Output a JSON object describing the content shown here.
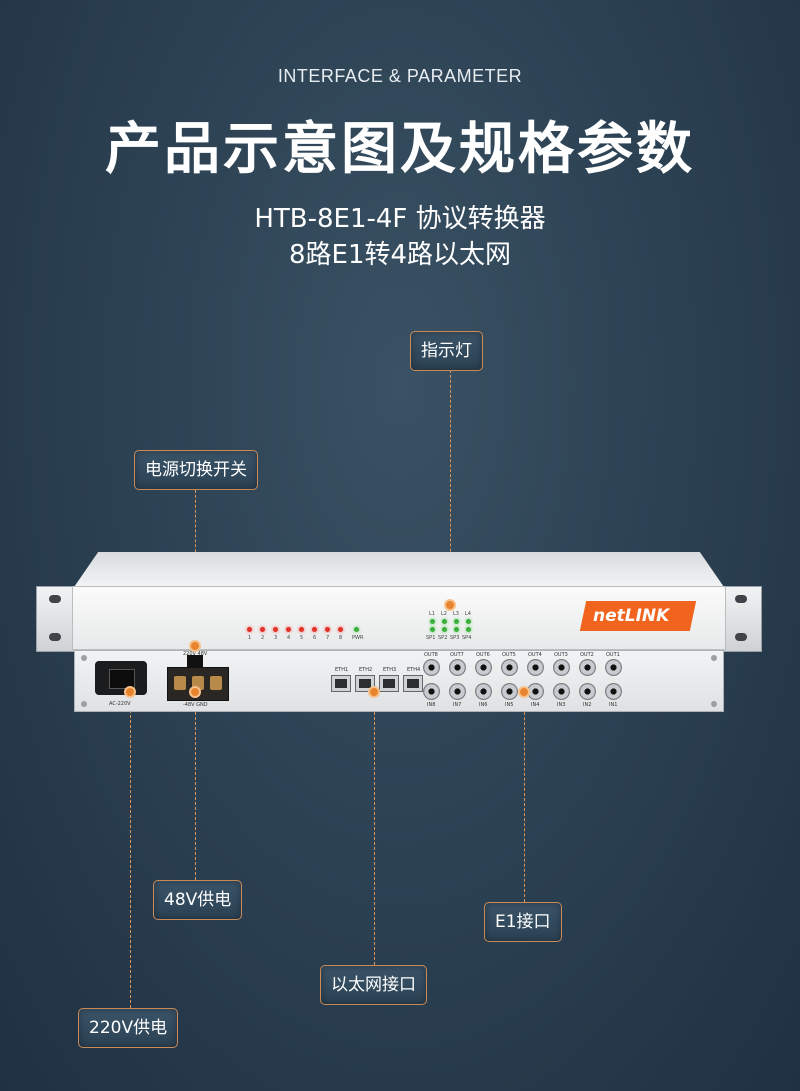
{
  "header": {
    "subtitle_en": "INTERFACE & PARAMETER",
    "title": "产品示意图及规格参数",
    "model_line1": "HTB-8E1-4F 协议转换器",
    "model_line2": "8路E1转4路以太网"
  },
  "callouts": {
    "indicator": "指示灯",
    "power_switch": "电源切换开关",
    "power_48v": "48V供电",
    "e1_port": "E1接口",
    "ethernet_port": "以太网接口",
    "power_220v": "220V供电"
  },
  "device": {
    "logo": "netLINK",
    "led_numbers": [
      "1",
      "2",
      "3",
      "4",
      "5",
      "6",
      "7",
      "8"
    ],
    "pwr_label": "PWR",
    "link_labels": [
      "L1",
      "L2",
      "L3",
      "L4"
    ],
    "spd_labels": [
      "SP1",
      "SP2",
      "SP3",
      "SP4"
    ],
    "switch_label": "220V 48V",
    "ac_label": "AC-220V",
    "dc_label": "-48V GND",
    "eth_labels": [
      "ETH1",
      "ETH2",
      "ETH3",
      "ETH4"
    ],
    "out_labels": [
      "OUT8",
      "OUT7",
      "OUT6",
      "OUT5",
      "OUT4",
      "OUT3",
      "OUT2",
      "OUT1"
    ],
    "in_labels": [
      "IN8",
      "IN7",
      "IN6",
      "IN5",
      "IN4",
      "IN3",
      "IN2",
      "IN1"
    ]
  },
  "colors": {
    "accent": "#e8842e",
    "logo": "#f0641e",
    "background": "#2a3f50"
  }
}
